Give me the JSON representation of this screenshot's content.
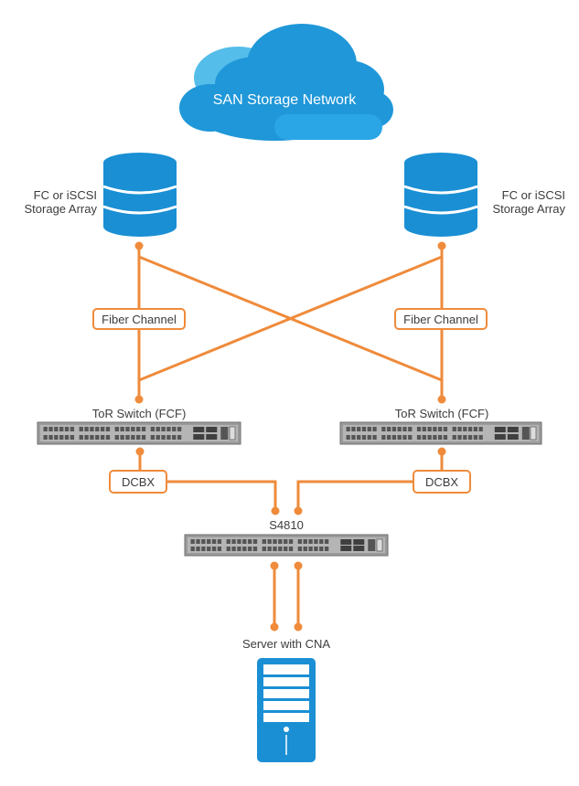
{
  "title": "SAN Storage Network Topology",
  "cloud": {
    "label": "SAN Storage Network",
    "icon": "cloud-icon"
  },
  "storage_arrays": [
    {
      "label_line1": "FC or iSCSI",
      "label_line2": "Storage Array",
      "icon": "database-icon"
    },
    {
      "label_line1": "FC or iSCSI",
      "label_line2": "Storage Array",
      "icon": "database-icon"
    }
  ],
  "links": {
    "fiber_channel": [
      "Fiber Channel",
      "Fiber Channel"
    ],
    "dcbx": [
      "DCBX",
      "DCBX"
    ]
  },
  "tor_switches": [
    {
      "label": "ToR Switch (FCF)",
      "icon": "network-switch-icon"
    },
    {
      "label": "ToR Switch (FCF)",
      "icon": "network-switch-icon"
    }
  ],
  "core_switch": {
    "label": "S4810",
    "icon": "network-switch-icon"
  },
  "server": {
    "label": "Server with CNA",
    "icon": "server-tower-icon"
  },
  "colors": {
    "link": "#ef8b3b",
    "device_blue": "#1a8fd4",
    "cloud_light": "#2ca6e0",
    "switch_gray": "#9a9a9a"
  }
}
